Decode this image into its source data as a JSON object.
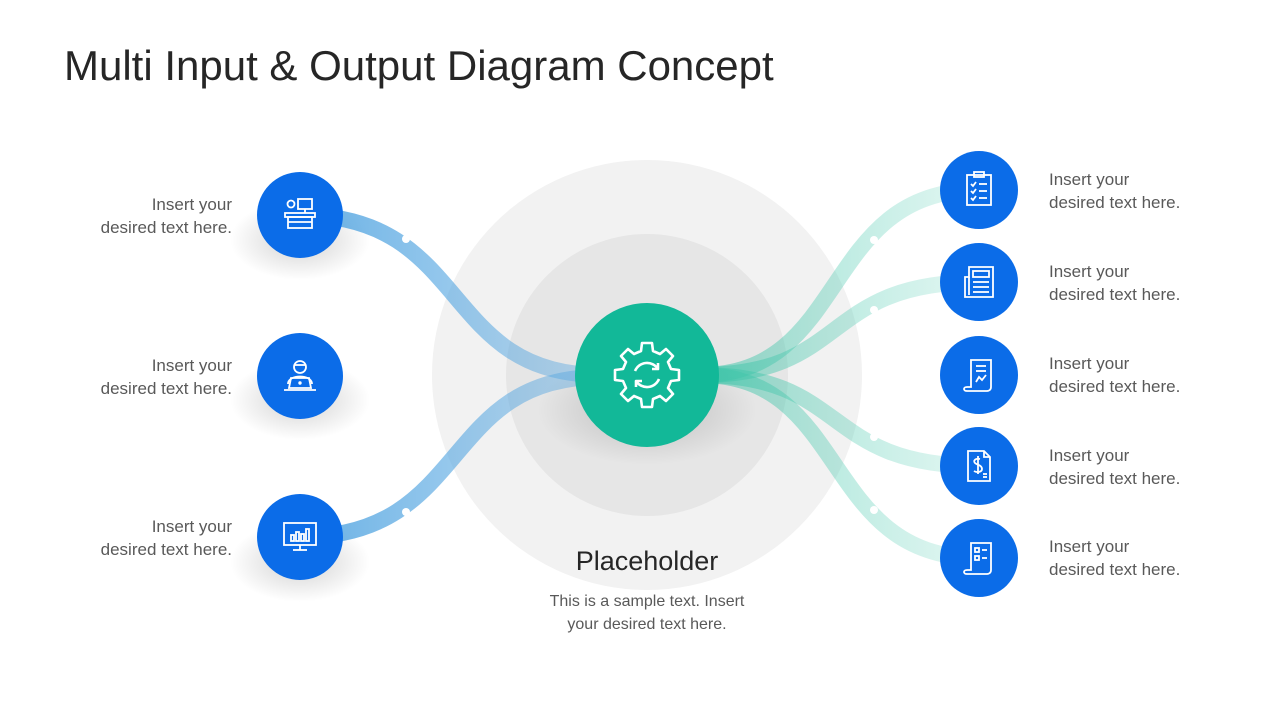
{
  "title": "Multi Input & Output Diagram Concept",
  "center": {
    "icon": "gear-sync-icon",
    "title": "Placeholder",
    "desc_line1": "This is a sample text. Insert",
    "desc_line2": "your desired text here."
  },
  "inputs": [
    {
      "icon": "desk-workstation-icon",
      "line1": "Insert your",
      "line2": "desired text here."
    },
    {
      "icon": "user-laptop-icon",
      "line1": "Insert your",
      "line2": "desired text here."
    },
    {
      "icon": "monitor-chart-icon",
      "line1": "Insert your",
      "line2": "desired text here."
    }
  ],
  "outputs": [
    {
      "icon": "clipboard-checklist-icon",
      "line1": "Insert your",
      "line2": "desired text here."
    },
    {
      "icon": "newspaper-icon",
      "line1": "Insert your",
      "line2": "desired text here."
    },
    {
      "icon": "document-chart-icon",
      "line1": "Insert your",
      "line2": "desired text here."
    },
    {
      "icon": "dollar-document-icon",
      "line1": "Insert your",
      "line2": "desired text here."
    },
    {
      "icon": "receipt-list-icon",
      "line1": "Insert your",
      "line2": "desired text here."
    }
  ],
  "colors": {
    "node_blue": "#0B6CE8",
    "center_teal": "#12B898",
    "input_ribbon": "#4FA3E0",
    "output_ribbon": "#5FD0B8"
  }
}
